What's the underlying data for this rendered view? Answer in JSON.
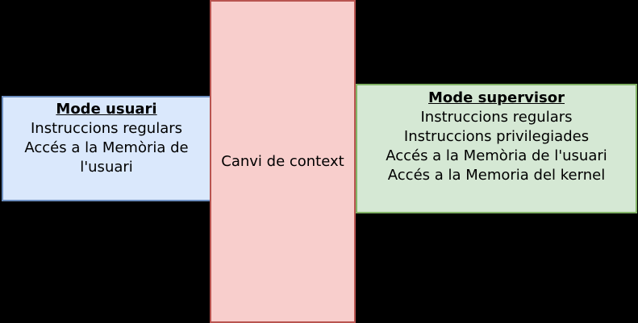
{
  "diagram": {
    "background_color": "#000000",
    "text_color": "#000000",
    "user_box": {
      "title": "Mode usuari",
      "lines": [
        "Instruccions regulars",
        "Accés a la Memòria de",
        "l'usuari"
      ],
      "fill_color": "#dae8fc",
      "border_color": "#6c8ebf"
    },
    "context_box": {
      "label": "Canvi de context",
      "fill_color": "#f8cecc",
      "border_color": "#b85450"
    },
    "supervisor_box": {
      "title": "Mode supervisor",
      "lines": [
        "Instruccions regulars",
        "Instruccions privilegiades",
        "Accés a la Memòria de l'usuari",
        "Accés a la Memoria del kernel"
      ],
      "fill_color": "#d5e8d4",
      "border_color": "#82b366"
    }
  }
}
